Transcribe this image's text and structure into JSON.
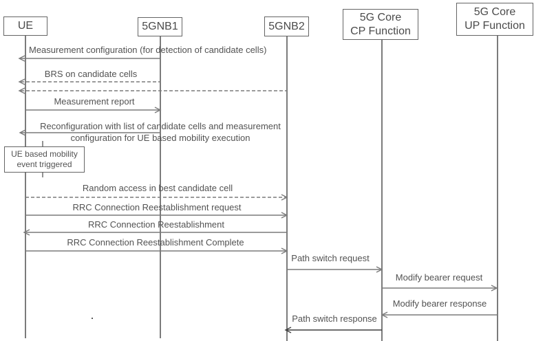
{
  "diagram_type": "sequence-diagram",
  "colors": {
    "line": "#646464",
    "arrow": "#7a7a7a",
    "line_dark": "#3f3f3f",
    "message_text": "#525252",
    "actor_text": "#4a4a4a",
    "background": "#ffffff"
  },
  "actors": [
    {
      "label": "UE"
    },
    {
      "label": "5GNB1"
    },
    {
      "label": "5GNB2"
    },
    {
      "line1": "5G Core",
      "line2": "CP Function"
    },
    {
      "line1": "5G Core",
      "line2": "UP Function"
    }
  ],
  "note": {
    "line1": "UE based mobility",
    "line2": "event triggered"
  },
  "messages": [
    {
      "label": "Measurement configuration (for detection of candidate cells)",
      "from": "5GNB1",
      "to": "UE",
      "style": "solid"
    },
    {
      "label": "BRS on candidate cells",
      "style": "dashed",
      "arrows": [
        {
          "from": "5GNB1",
          "to": "UE"
        },
        {
          "from": "5GNB2",
          "to": "UE"
        }
      ]
    },
    {
      "label": "Measurement report",
      "from": "UE",
      "to": "5GNB1",
      "style": "solid"
    },
    {
      "line1": "Reconfiguration with list of candidate cells and measurement",
      "line2": "configuration for UE based mobility execution",
      "from": "5GNB1",
      "to": "UE",
      "style": "solid"
    },
    {
      "label": "Random access in best candidate cell",
      "from": "UE",
      "to": "5GNB2",
      "style": "dashed"
    },
    {
      "label": "RRC Connection Reestablishment request",
      "from": "UE",
      "to": "5GNB2",
      "style": "solid"
    },
    {
      "label": "RRC Connection Reestablishment",
      "from": "5GNB2",
      "to": "UE",
      "style": "solid"
    },
    {
      "label": "RRC Connection Reestablishment Complete",
      "from": "UE",
      "to": "5GNB2",
      "style": "solid"
    },
    {
      "label": "Path switch request",
      "from": "5GNB2",
      "to": "5G Core CP Function",
      "style": "solid"
    },
    {
      "label": "Modify bearer request",
      "from": "5G Core CP Function",
      "to": "5G Core UP Function",
      "style": "solid"
    },
    {
      "label": "Modify bearer response",
      "from": "5G Core UP Function",
      "to": "5G Core CP Function",
      "style": "solid"
    },
    {
      "label": "Path switch response",
      "from": "5G Core CP Function",
      "to": "5GNB2",
      "style": "solid"
    }
  ]
}
